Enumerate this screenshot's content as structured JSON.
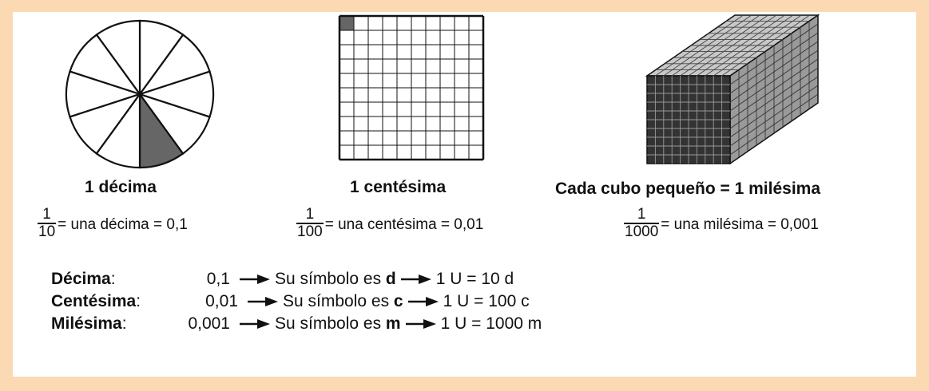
{
  "decima": {
    "caption": "1 décima",
    "fraction": {
      "num": "1",
      "den": "10",
      "text": "= una décima = 0,1"
    },
    "shaded_parts": 1,
    "total_parts": 10
  },
  "centesima": {
    "caption": "1 centésima",
    "fraction": {
      "num": "1",
      "den": "100",
      "text": "= una centésima = 0,01"
    },
    "grid_size": 10,
    "shaded_cells": 1
  },
  "milesima": {
    "caption": "Cada cubo pequeño = 1 milésima",
    "fraction": {
      "num": "1",
      "den": "1000",
      "text": " = una milésima = 0,001"
    },
    "cube_size": 10
  },
  "definitions": [
    {
      "name": "Décima",
      "colon": ":",
      "value": "0,1",
      "text": "Su símbolo es",
      "symbol": "d",
      "equation": "1 U = 10 d"
    },
    {
      "name": "Centésima",
      "colon": ":",
      "value": "0,01",
      "text": "Su símbolo es",
      "symbol": "c",
      "equation": "1 U = 100 c"
    },
    {
      "name": "Milésima",
      "colon": ":",
      "value": "0,001",
      "text": "Su símbolo es",
      "symbol": "m",
      "equation": "1 U = 1000 m"
    }
  ],
  "colors": {
    "background": "#fbd9b3",
    "panel": "#ffffff",
    "shade": "#666666",
    "cube_front": "#333333",
    "cube_top": "#c8c8c8",
    "cube_side": "#9a9a9a",
    "ink": "#111111"
  }
}
